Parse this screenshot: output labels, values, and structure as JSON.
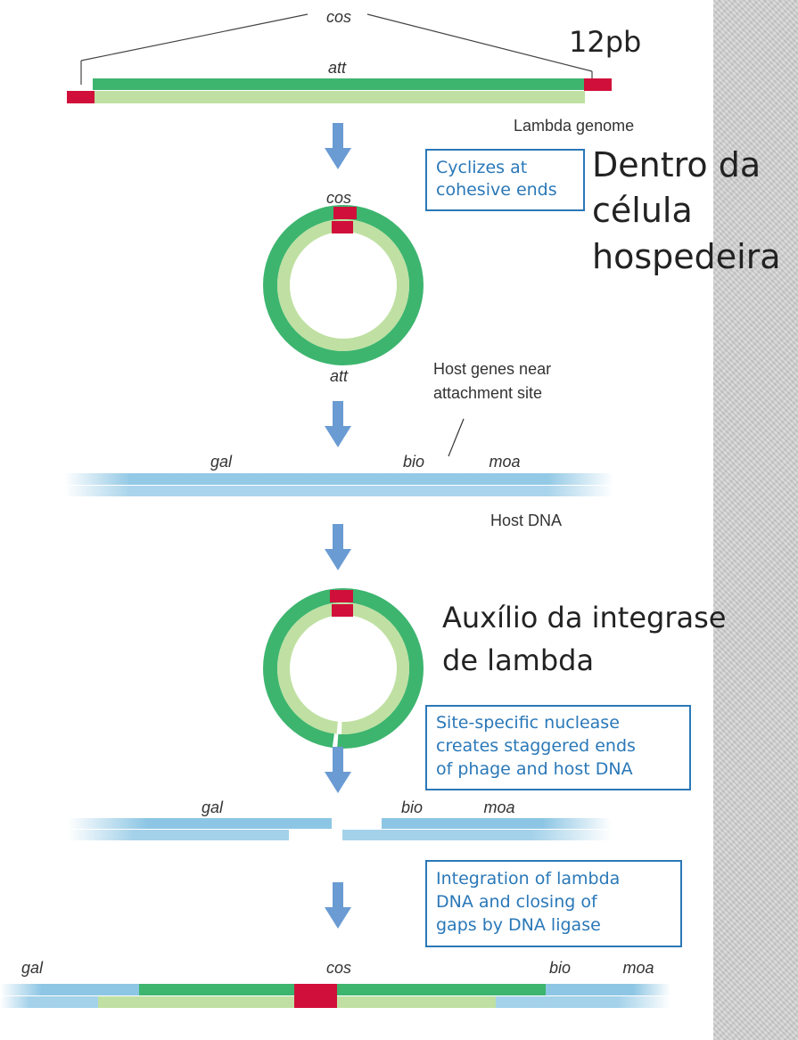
{
  "labels": {
    "cos_top": "cos",
    "att_top": "att",
    "size": "12pb",
    "lambda_genome": "Lambda genome",
    "cos_circle": "cos",
    "att_circle": "att",
    "gal_1": "gal",
    "bio_1": "bio",
    "moa_1": "moa",
    "host_dna": "Host DNA",
    "gal_2": "gal",
    "bio_2": "bio",
    "moa_2": "moa",
    "gal_3": "gal",
    "cos_bottom": "cos",
    "bio_3": "bio",
    "moa_3": "moa"
  },
  "host_genes_note": [
    "Host genes near",
    "attachment site"
  ],
  "box_cyclizes": [
    "Cyclizes at",
    "cohesive ends"
  ],
  "box_nuclease": [
    "Site-specific nuclease",
    "creates staggered ends",
    "of phage and host DNA"
  ],
  "box_integration": [
    "Integration of lambda",
    "DNA and closing of",
    "gaps by DNA ligase"
  ],
  "note_cell": [
    "Dentro da",
    "célula",
    "hospedeira"
  ],
  "note_integrase": [
    "Auxílio da integrase",
    "de lambda"
  ],
  "colors": {
    "dark_green": "#3db56f",
    "light_green": "#bfe0a2",
    "red": "#d0103a",
    "host_blue": "#8dc6e4",
    "arrow_blue": "#6a9bd3",
    "box_blue": "#2a78b8"
  }
}
